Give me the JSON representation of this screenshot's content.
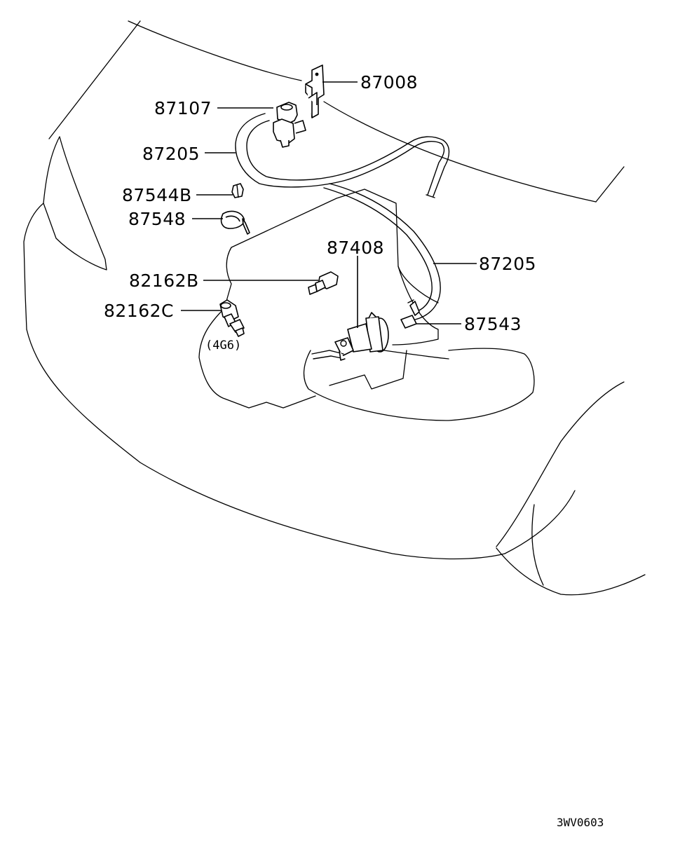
{
  "labels": {
    "bracket": "87008",
    "valve_top": "87107",
    "hose_upper": "87205",
    "clip_b": "87544B",
    "band": "87548",
    "actuator": "87408",
    "hose_right": "87205",
    "clip_right": "87543",
    "switch_b": "82162B",
    "switch_c": "82162C",
    "engine_note": "(4G6)"
  },
  "drawing_code": "3WV0603"
}
